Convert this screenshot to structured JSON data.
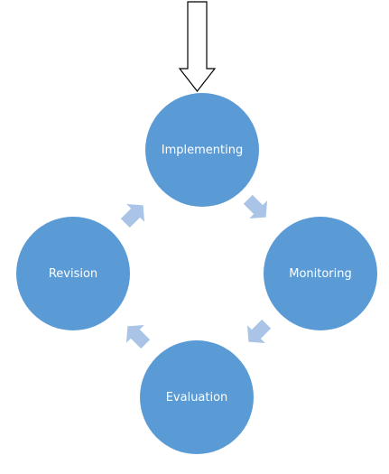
{
  "diagram": {
    "type": "cycle",
    "node_color": "#5b9bd5",
    "arrow_color": "#a9c4e6",
    "entry_arrow_color": "#000000",
    "nodes": [
      {
        "label": "Implementing"
      },
      {
        "label": "Monitoring"
      },
      {
        "label": "Evaluation"
      },
      {
        "label": "Revision"
      }
    ],
    "flow": [
      "Implementing",
      "Monitoring",
      "Evaluation",
      "Revision",
      "Implementing"
    ],
    "entry": "Implementing"
  }
}
